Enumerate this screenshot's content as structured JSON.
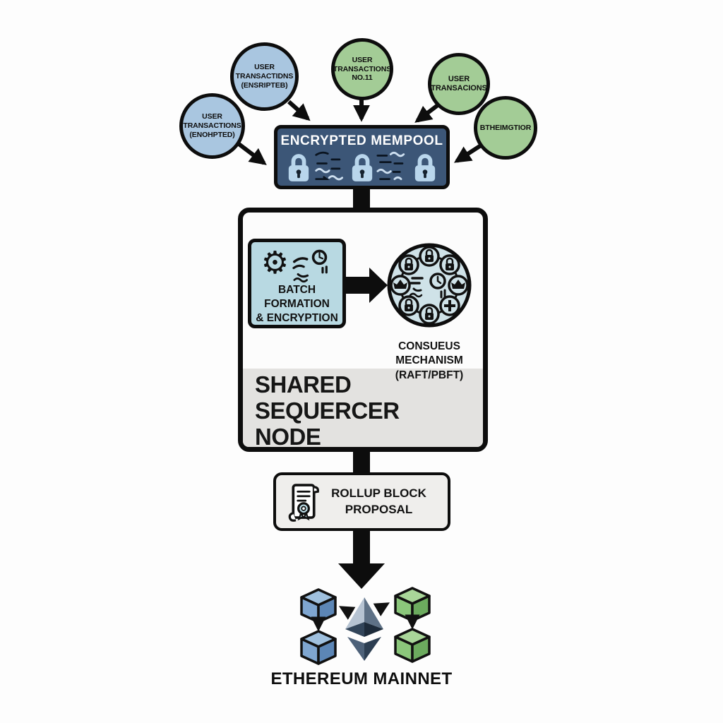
{
  "sources": [
    {
      "label": "USER\nTRANSACTIONS\n(ENOHPTED)",
      "color": "blue"
    },
    {
      "label": "USER\nTRANSACTIDNS\n(ENSRIPTEB)",
      "color": "blue"
    },
    {
      "label": "USER\nTRANSACTIONS\nNO.11",
      "color": "green"
    },
    {
      "label": "USER\nTRANSACIONS",
      "color": "green"
    },
    {
      "label": "BTHEIMGTIOR",
      "color": "green"
    }
  ],
  "mempool": {
    "title": "ENCRYPTED MEMPOOL"
  },
  "sequencer": {
    "batch_label": "BATCH\nFORMATION\n& ENCRYPTION",
    "consensus_label": "CONSUEUS\nMECHANISM\n(RAFT/PBFT)",
    "node_label": "SHARED\nSEQUERCER\nNODE"
  },
  "rollup": {
    "label": "ROLLUP BLOCK\nPROPOSAL"
  },
  "mainnet": {
    "label": "ETHEREUM MAINNET"
  },
  "colors": {
    "background": "#fdfdfd",
    "outline": "#0d0d0d",
    "source_blue": "#a9c6e0",
    "source_green": "#a3cc96",
    "mempool_bg": "#3c5677",
    "lock_blue": "#b9d6ec",
    "batch_bg": "#b8d9e2",
    "consensus_bg": "#cfe2e8",
    "node_band_gray": "#e3e2e0",
    "rollup_bg": "#efeeec",
    "cube_blue": "#7fa6d0",
    "cube_green": "#8bc77b",
    "eth_light": "#b6c3d2",
    "eth_dark": "#2c3e52"
  },
  "icons": {
    "mempool_locks": "three padlocks",
    "encrypted_scribbles": "ciphertext squiggle marks",
    "batch_icons": "gear, scribble flourish, stopwatch",
    "consensus_icon": "ring of 8 validator nodes (locks, crowns, plus)",
    "rollup_icon": "scroll certificate with seal",
    "mainnet_icons": "ethereum diamond logo, two blue cubes, two green cubes"
  }
}
